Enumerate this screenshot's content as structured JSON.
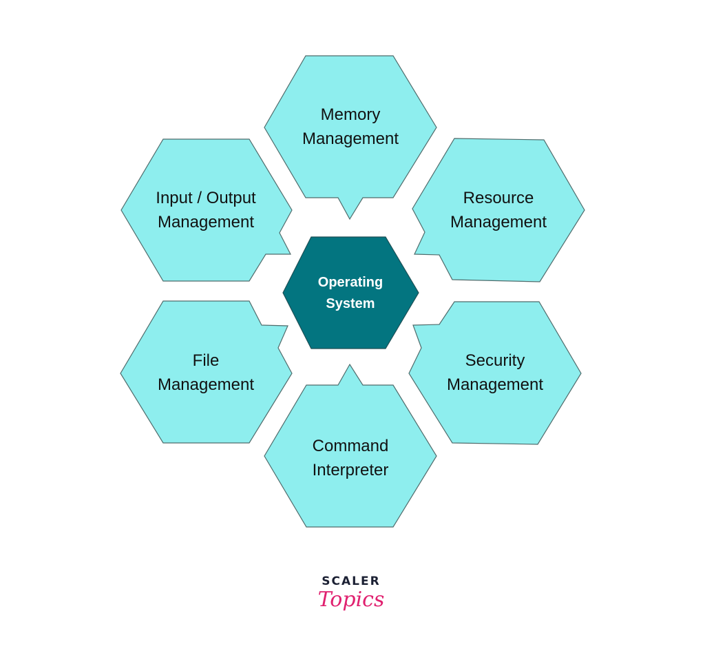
{
  "center": {
    "line1": "Operating",
    "line2": "System"
  },
  "nodes": [
    {
      "line1": "Memory",
      "line2": "Management"
    },
    {
      "line1": "Resource",
      "line2": "Management"
    },
    {
      "line1": "Security",
      "line2": "Management"
    },
    {
      "line1": "Command",
      "line2": "Interpreter"
    },
    {
      "line1": "File",
      "line2": "Management"
    },
    {
      "line1": "Input / Output",
      "line2": "Management"
    }
  ],
  "logo": {
    "line1": "SCALER",
    "line2": "Topics"
  },
  "colors": {
    "node": "#8eeeee",
    "center": "#037580",
    "logo_accent": "#e0206f"
  }
}
